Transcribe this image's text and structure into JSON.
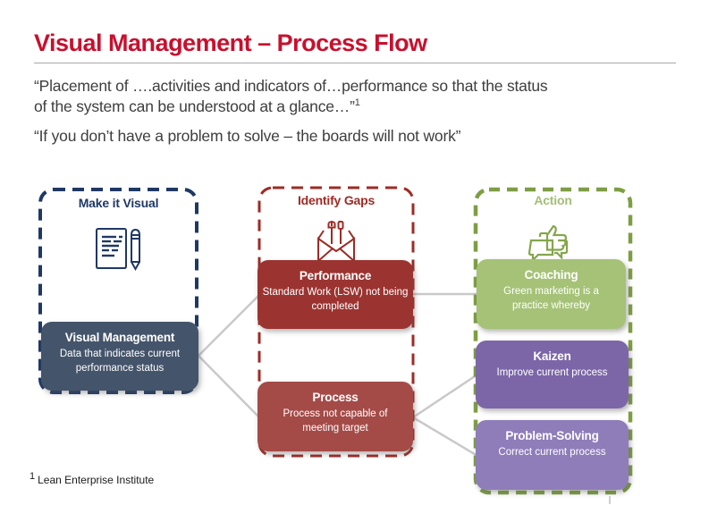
{
  "slide": {
    "title": "Visual Management – Process Flow",
    "quote1_line1": "“Placement of ….activities and indicators of…performance so that the status",
    "quote1_line2": "of the system can be understood at a glance…”",
    "quote1_ref": "1",
    "quote2": "“If you don’t have a problem to solve – the boards will not work”",
    "footnote_ref": "1",
    "footnote_text": "Lean Enterprise Institute"
  },
  "columns": {
    "make_it_visual": {
      "header": "Make it Visual",
      "icon": "document-pencil-icon"
    },
    "identify_gaps": {
      "header": "Identify Gaps",
      "icon": "envelope-tools-icon"
    },
    "action": {
      "header": "Action",
      "icon": "thumbs-up-speech-bubbles-icon"
    }
  },
  "boxes": {
    "visual_management": {
      "title": "Visual Management",
      "body": "Data that indicates current performance status"
    },
    "performance": {
      "title": "Performance",
      "body": "Standard Work (LSW) not being completed"
    },
    "process": {
      "title": "Process",
      "body": "Process not capable of meeting target"
    },
    "coaching": {
      "title": "Coaching",
      "body": "Green marketing is a practice whereby"
    },
    "kaizen": {
      "title": "Kaizen",
      "body": "Improve current process"
    },
    "problem_solving": {
      "title": "Problem-Solving",
      "body": "Correct current process"
    }
  },
  "colors": {
    "title_red": "#C8102E",
    "navy_frame": "#203864",
    "red_frame": "#9E2B25",
    "green_frame": "#7E9E44",
    "green_header_text": "#A3BE77",
    "visual_management_fill": "#44546A",
    "performance_fill": "#9B3431",
    "process_fill": "#A44B48",
    "coaching_fill": "#A5C277",
    "kaizen_fill": "#7C66A8",
    "problem_solving_fill": "#8F7DBA",
    "connector_gray": "#C9C9C9"
  }
}
